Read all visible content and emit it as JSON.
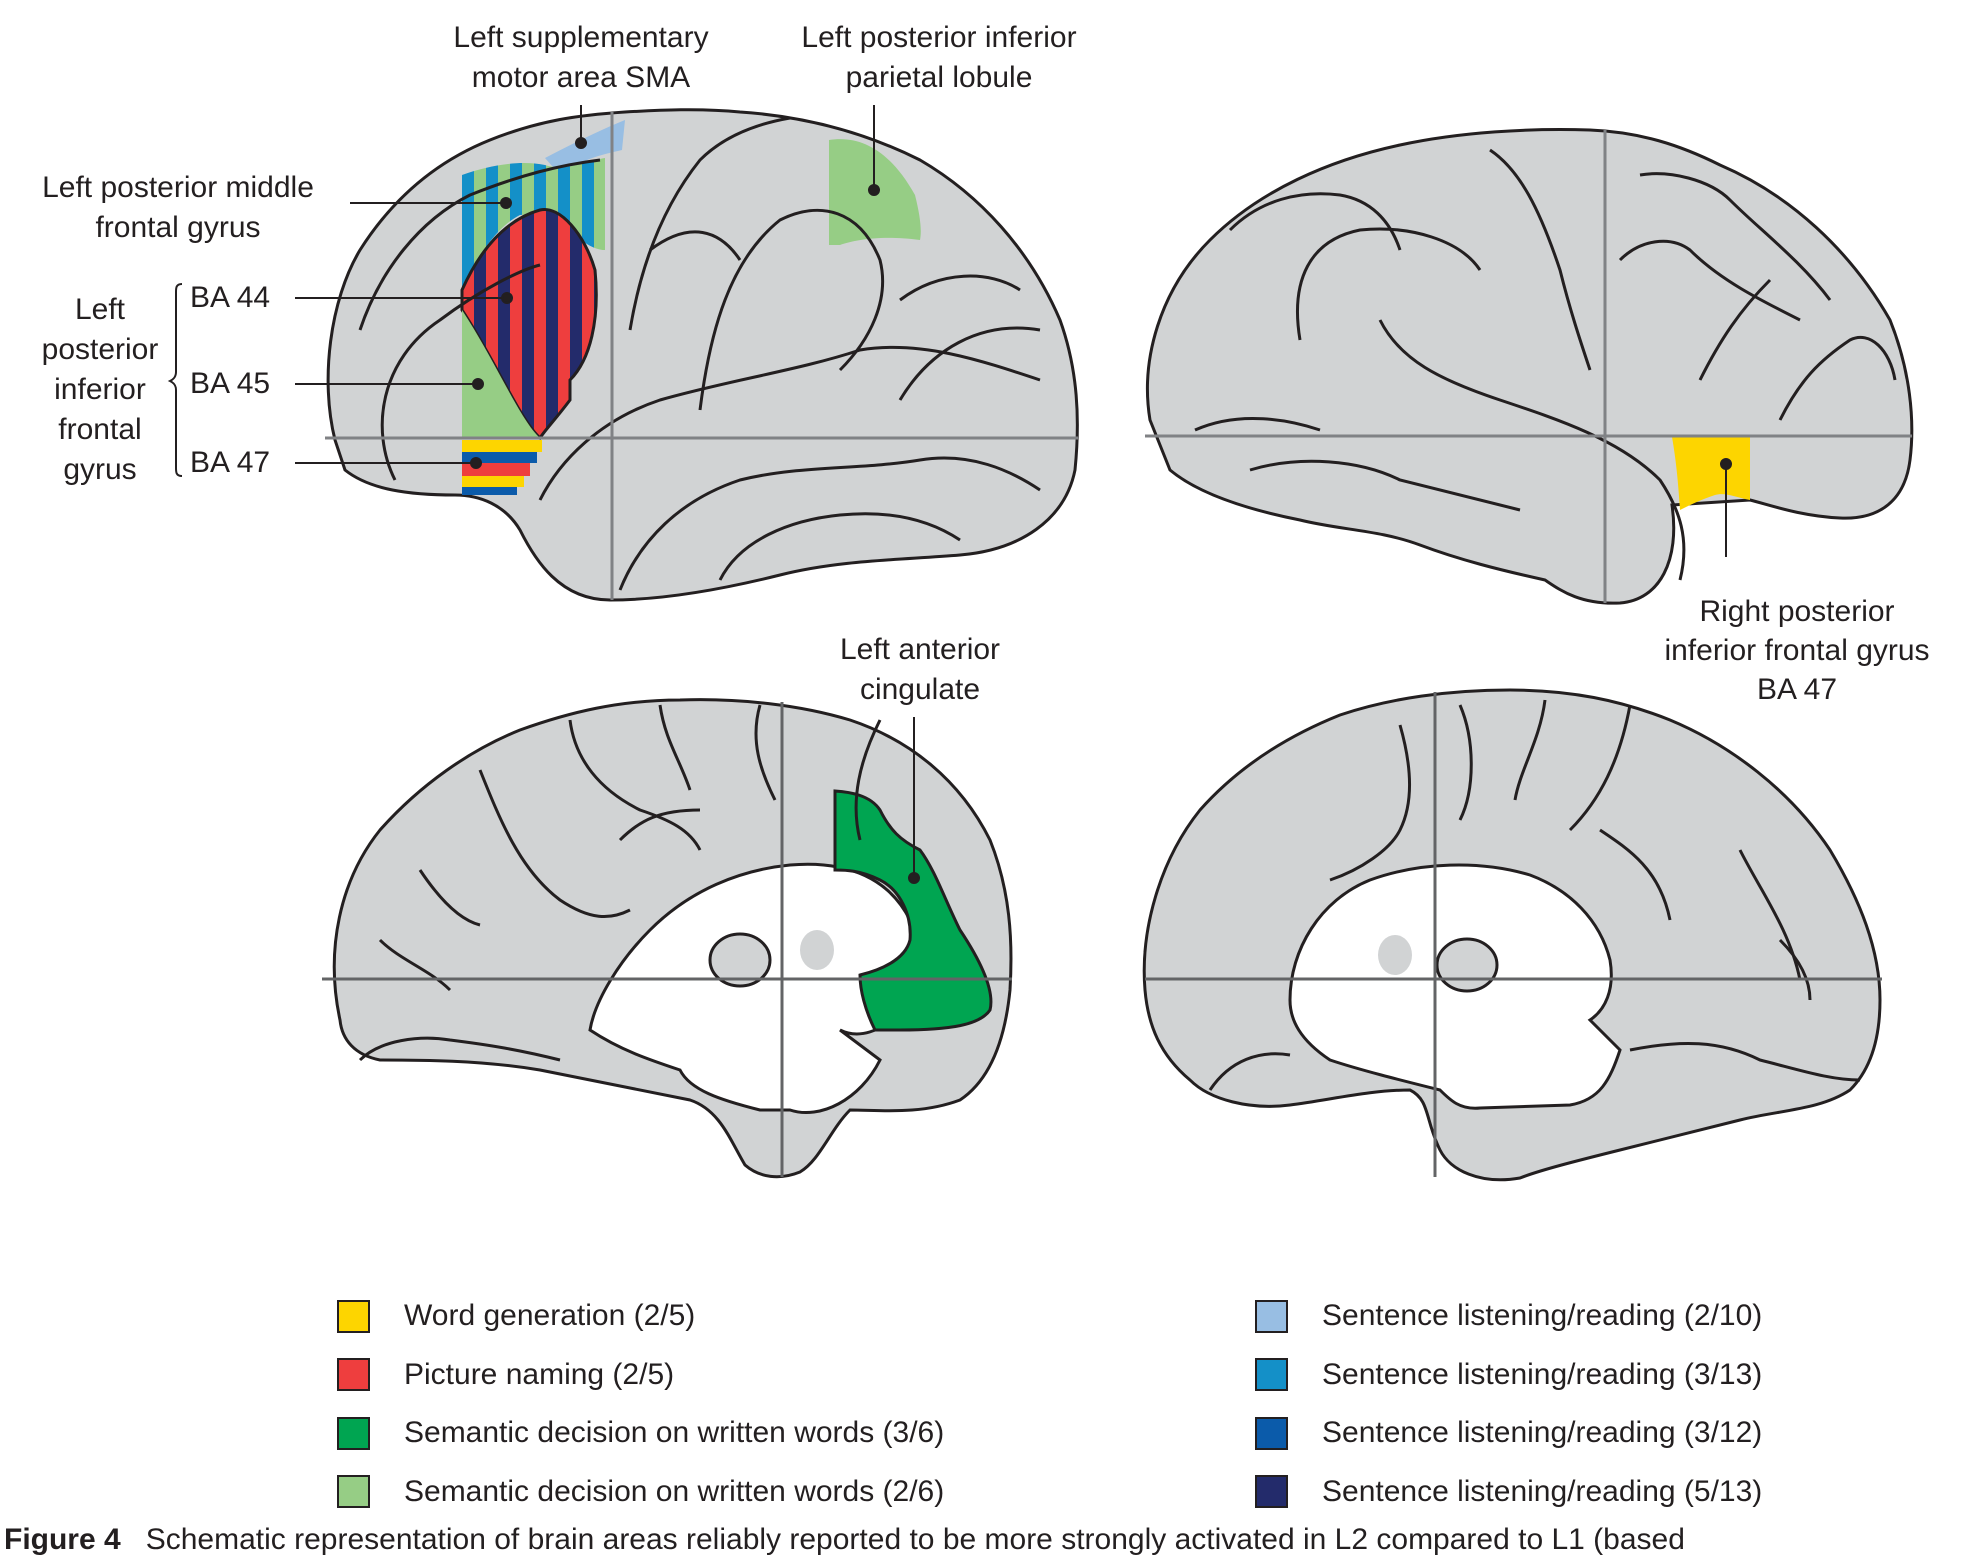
{
  "figure": {
    "panels": [
      {
        "id": "left-lateral",
        "view": "Left hemisphere, lateral"
      },
      {
        "id": "right-lateral",
        "view": "Right hemisphere, lateral"
      },
      {
        "id": "left-medial",
        "view": "Left hemisphere, medial"
      },
      {
        "id": "right-medial",
        "view": "Right hemisphere, medial"
      }
    ],
    "labels": {
      "sma": [
        "Left supplementary",
        "motor area SMA"
      ],
      "parietal": [
        "Left posterior inferior",
        "parietal lobule"
      ],
      "mfg": [
        "Left posterior middle",
        "frontal gyrus"
      ],
      "ifg_group": [
        "Left",
        "posterior",
        "inferior",
        "frontal",
        "gyrus"
      ],
      "ba44": "BA 44",
      "ba45": "BA 45",
      "ba47": "BA 47",
      "right_ifg": [
        "Right posterior",
        "inferior frontal gyrus",
        "BA 47"
      ],
      "cingulate": [
        "Left anterior",
        "cingulate"
      ]
    },
    "regions": [
      {
        "name": "Left supplementary motor area SMA",
        "colors": [
          "sentence_2_10"
        ]
      },
      {
        "name": "Left posterior middle frontal gyrus",
        "colors": [
          "sentence_3_13",
          "semantic_2_6"
        ]
      },
      {
        "name": "BA 44",
        "colors": [
          "picture_naming",
          "sentence_5_13"
        ]
      },
      {
        "name": "BA 45",
        "colors": [
          "semantic_2_6"
        ]
      },
      {
        "name": "BA 47",
        "colors": [
          "word_generation",
          "sentence_3_12",
          "picture_naming"
        ]
      },
      {
        "name": "Left posterior inferior parietal lobule",
        "colors": [
          "semantic_2_6"
        ]
      },
      {
        "name": "Right posterior inferior frontal gyrus BA 47",
        "colors": [
          "word_generation"
        ]
      },
      {
        "name": "Left anterior cingulate",
        "colors": [
          "semantic_3_6"
        ]
      }
    ]
  },
  "legend": {
    "left": [
      {
        "key": "word_generation",
        "label": "Word generation (2/5)",
        "color": "#FDD500"
      },
      {
        "key": "picture_naming",
        "label": "Picture naming (2/5)",
        "color": "#EE3E3E"
      },
      {
        "key": "semantic_3_6",
        "label": "Semantic decision on written words (3/6)",
        "color": "#00A551"
      },
      {
        "key": "semantic_2_6",
        "label": "Semantic decision on written words (2/6)",
        "color": "#96CD85"
      }
    ],
    "right": [
      {
        "key": "sentence_2_10",
        "label": "Sentence listening/reading (2/10)",
        "color": "#98BEE3"
      },
      {
        "key": "sentence_3_13",
        "label": "Sentence listening/reading (3/13)",
        "color": "#1490C8"
      },
      {
        "key": "sentence_3_12",
        "label": "Sentence listening/reading (3/12)",
        "color": "#0B5BAA"
      },
      {
        "key": "sentence_5_13",
        "label": "Sentence listening/reading (5/13)",
        "color": "#232B6B"
      }
    ]
  },
  "colors": {
    "brain_fill": "#D1D3D4",
    "outline": "#231F20",
    "crosshair": "#808285",
    "white_matter": "#FFFFFF"
  },
  "caption": {
    "label": "Figure 4",
    "text": "Schematic representation of brain areas reliably reported to be more strongly activated in L2 compared to L1 (based"
  }
}
